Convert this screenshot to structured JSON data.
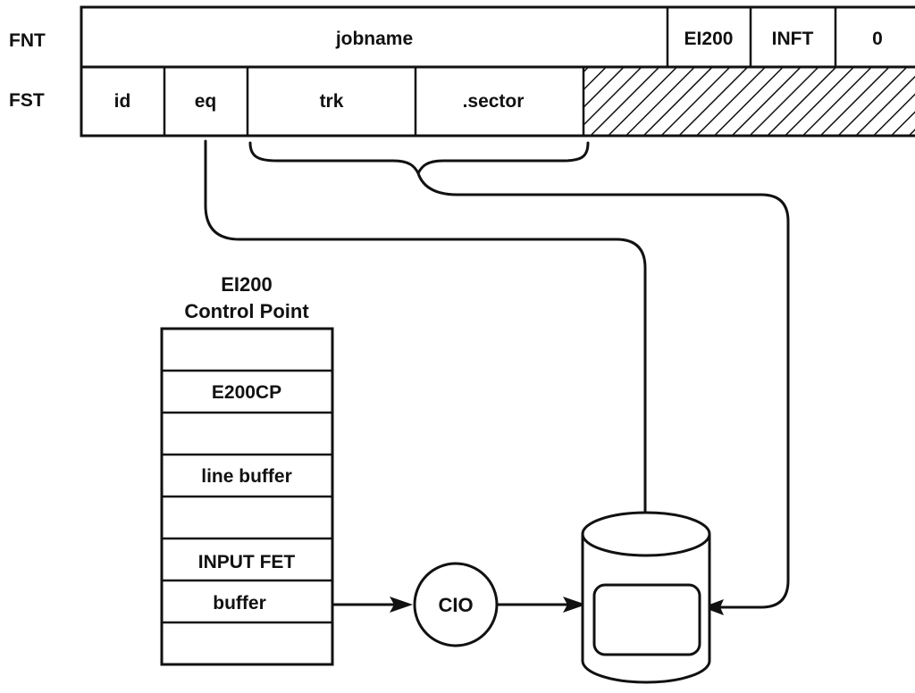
{
  "rows": {
    "fnt_label": "FNT",
    "fst_label": "FST"
  },
  "fnt": {
    "jobname": "jobname",
    "ei200": "EI200",
    "inft": "INFT",
    "zero": "0"
  },
  "fst": {
    "id": "id",
    "eq": "eq",
    "trk": "trk",
    "sector": ".sector"
  },
  "control_point": {
    "title_line1": "EI200",
    "title_line2": "Control Point",
    "cells": [
      "",
      "E200CP",
      "",
      "line buffer",
      "",
      "INPUT FET",
      "buffer",
      ""
    ]
  },
  "cio": {
    "label": "CIO"
  }
}
